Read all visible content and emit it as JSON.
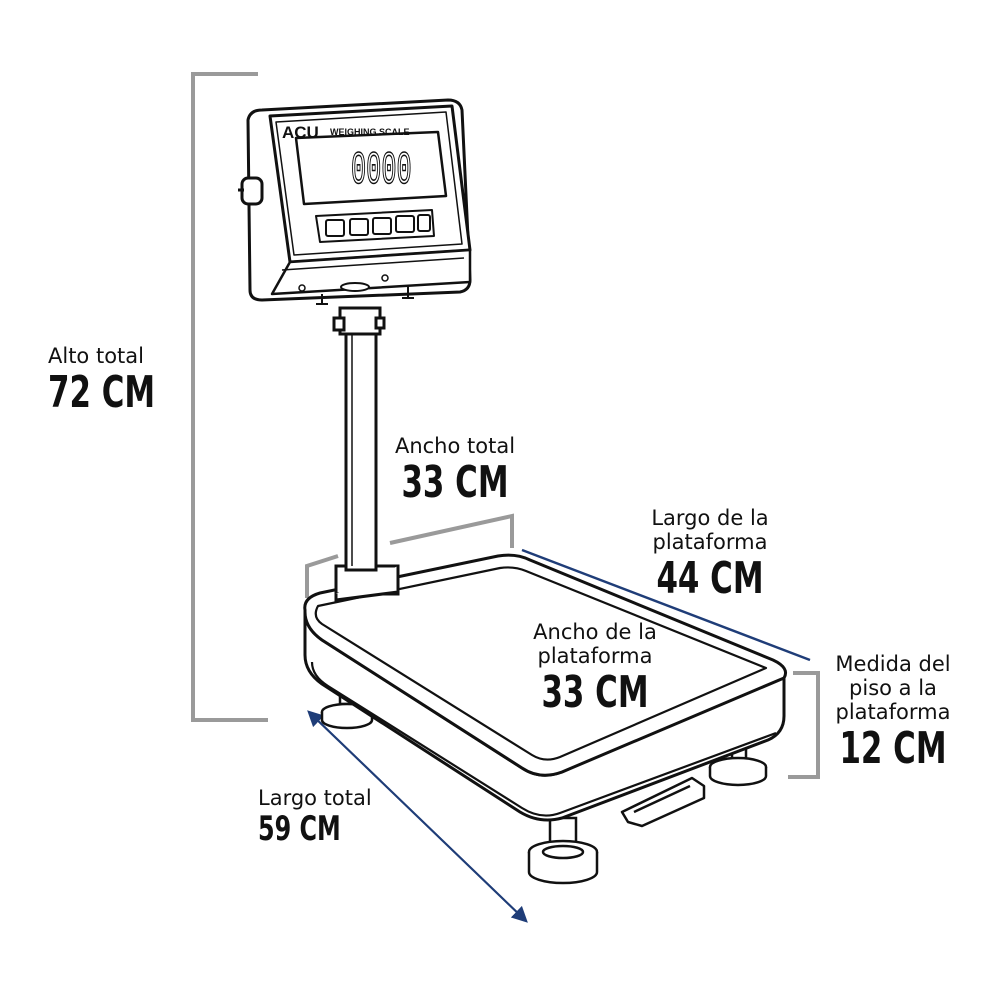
{
  "device": {
    "brand": "ACU",
    "panel_title": "WEIGHING SCALE",
    "display_reading": "0000",
    "button_count": 5
  },
  "dimensions": {
    "alto_total": {
      "label": "Alto total",
      "value": "72 CM"
    },
    "ancho_total": {
      "label": "Ancho total",
      "value": "33 CM"
    },
    "largo_plataforma": {
      "label_line1": "Largo de la",
      "label_line2": "plataforma",
      "value": "44 CM"
    },
    "ancho_plataforma": {
      "label_line1": "Ancho de la",
      "label_line2": "plataforma",
      "value": "33 CM"
    },
    "medida_piso": {
      "label_line1": "Medida del",
      "label_line2": "piso a la",
      "label_line3": "plataforma",
      "value": "12 CM"
    },
    "largo_total": {
      "label": "Largo total",
      "value": "59 CM"
    }
  },
  "colors": {
    "outline": "#111111",
    "gray_bracket": "#9a9a9a",
    "blue_line": "#1f3d78"
  }
}
